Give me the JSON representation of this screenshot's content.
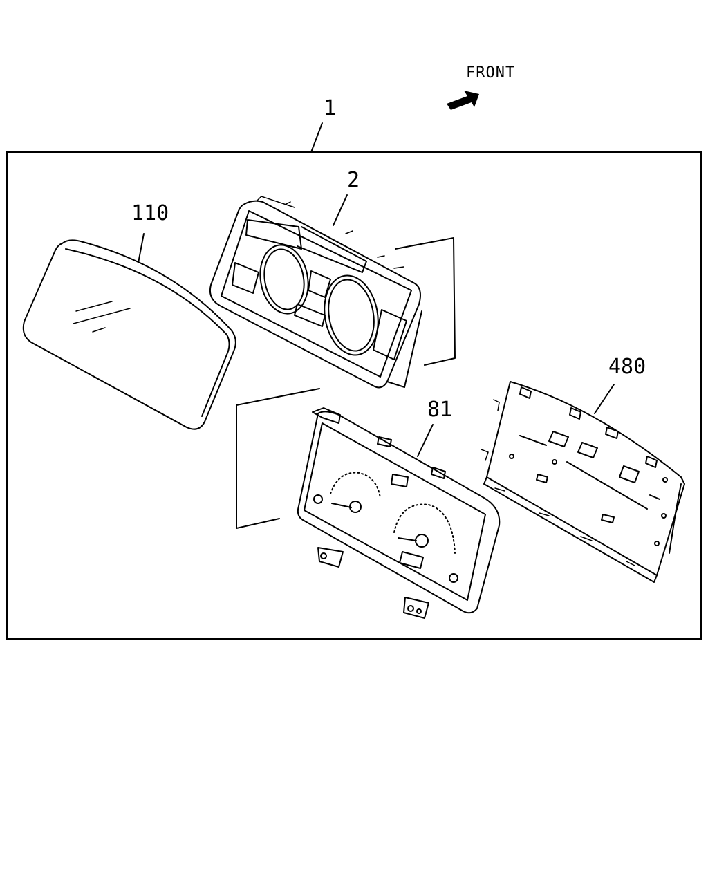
{
  "direction_label": "FRONT",
  "callouts": {
    "assembly": "1",
    "bezel": "2",
    "lens": "110",
    "gauge_panel": "81",
    "circuit_board": "480"
  }
}
